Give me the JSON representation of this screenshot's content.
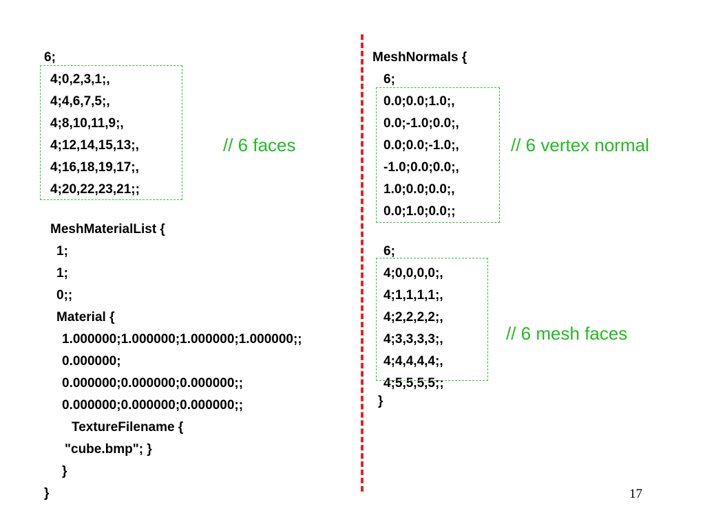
{
  "left_top": [
    "6;",
    "4;0,2,3,1;,",
    "4;4,6,7,5;,",
    "4;8,10,11,9;,",
    "4;12,14,15,13;,",
    "4;16,18,19,17;,",
    "4;20,22,23,21;;"
  ],
  "left_bottom": [
    "MeshMaterialList {",
    "1;",
    "1;",
    "0;;",
    "Material {",
    "1.000000;1.000000;1.000000;1.000000;;",
    "0.000000;",
    "0.000000;0.000000;0.000000;;",
    "0.000000;0.000000;0.000000;;",
    "TextureFilename {",
    "\"cube.bmp\"; }",
    "}",
    "}"
  ],
  "right_top": [
    "MeshNormals {",
    "6;",
    "0.0;0.0;1.0;,",
    "0.0;-1.0;0.0;,",
    "0.0;0.0;-1.0;,",
    "-1.0;0.0;0.0;,",
    "1.0;0.0;0.0;,",
    "0.0;1.0;0.0;;"
  ],
  "right_bottom": [
    "6;",
    "4;0,0,0,0;,",
    "4;1,1,1,1;,",
    "4;2,2,2,2;,",
    "4;3,3,3,3;,",
    "4;4,4,4,4;,",
    "4;5,5,5,5;;",
    "}"
  ],
  "comments": {
    "faces": "// 6 faces",
    "vertex_normal": "// 6 vertex normal",
    "mesh_faces": "// 6 mesh faces"
  },
  "colors": {
    "comment": "#22bb22",
    "divider": "#e52222",
    "box": "#33bb33"
  },
  "page_number": "17"
}
